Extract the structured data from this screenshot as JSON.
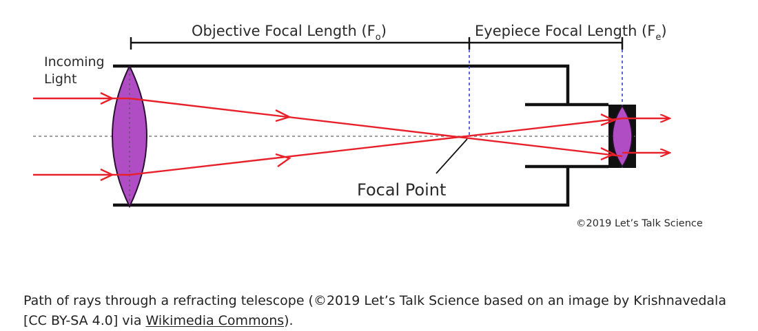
{
  "diagram": {
    "objective_label": "Objective Focal Length (F",
    "objective_sub": "o",
    "eyepiece_label": "Eyepiece Focal Length (F",
    "eyepiece_sub": "e",
    "close_paren": ")",
    "incoming_line1": "Incoming",
    "incoming_line2": "Light",
    "focal_point": "Focal Point",
    "copyright": "©2019 Let’s Talk Science"
  },
  "caption": {
    "text_before_link": "Path of rays through a refracting telescope (©2019 Let’s Talk Science based on an image by Krishnavedala [CC BY-SA 4.0] via ",
    "link_text": "Wikimedia Commons",
    "text_after_link": ")."
  },
  "colors": {
    "ray": "#e8202a",
    "lens_fill": "#b04cc4",
    "tube": "#111111",
    "guide": "#3344cc"
  }
}
